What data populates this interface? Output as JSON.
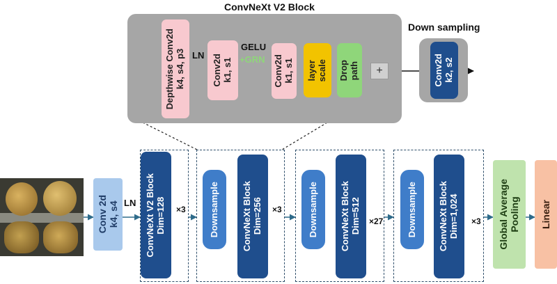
{
  "block_title": "ConvNeXt V2 Block",
  "down_sampling_title": "Down sampling",
  "block_parts": {
    "depthwise": "Depthwise Conv2d\nk4, s4, p3",
    "ln": "LN",
    "conv1": "Conv2d\nk1, s1",
    "gelu": "GELU",
    "grn": "+GRN",
    "conv2": "Conv2d\nk1, s1",
    "layer_scale": "layer\nscale",
    "drop_path": "Drop\npath",
    "add_symbol": "+"
  },
  "down_sampling_conv": "Conv2d\nk2, s2",
  "stem": {
    "conv": "Conv 2d\nk4, s4",
    "ln": "LN"
  },
  "stages": [
    {
      "block": "ConvNeXt V2 Block\nDim=128",
      "repeat": "×3"
    },
    {
      "downsample": "Downsample",
      "block": "ConvNeXt Block\nDim=256",
      "repeat": "×3"
    },
    {
      "downsample": "Downsample",
      "block": "ConvNeXt Block\nDim=512",
      "repeat": "×27"
    },
    {
      "downsample": "Downsample",
      "block": "ConvNeXt Block\nDim=1,024",
      "repeat": "×3"
    }
  ],
  "gap": "Global Average\nPooling",
  "linear": "Linear",
  "colors": {
    "block_bg": "#a6a6a6",
    "pink": "#f8c9cf",
    "gold": "#f2c300",
    "green": "#8fd67a",
    "navy": "#1f4e8d",
    "mid_blue": "#3f7dc9",
    "grn_text": "#8fd67a"
  }
}
